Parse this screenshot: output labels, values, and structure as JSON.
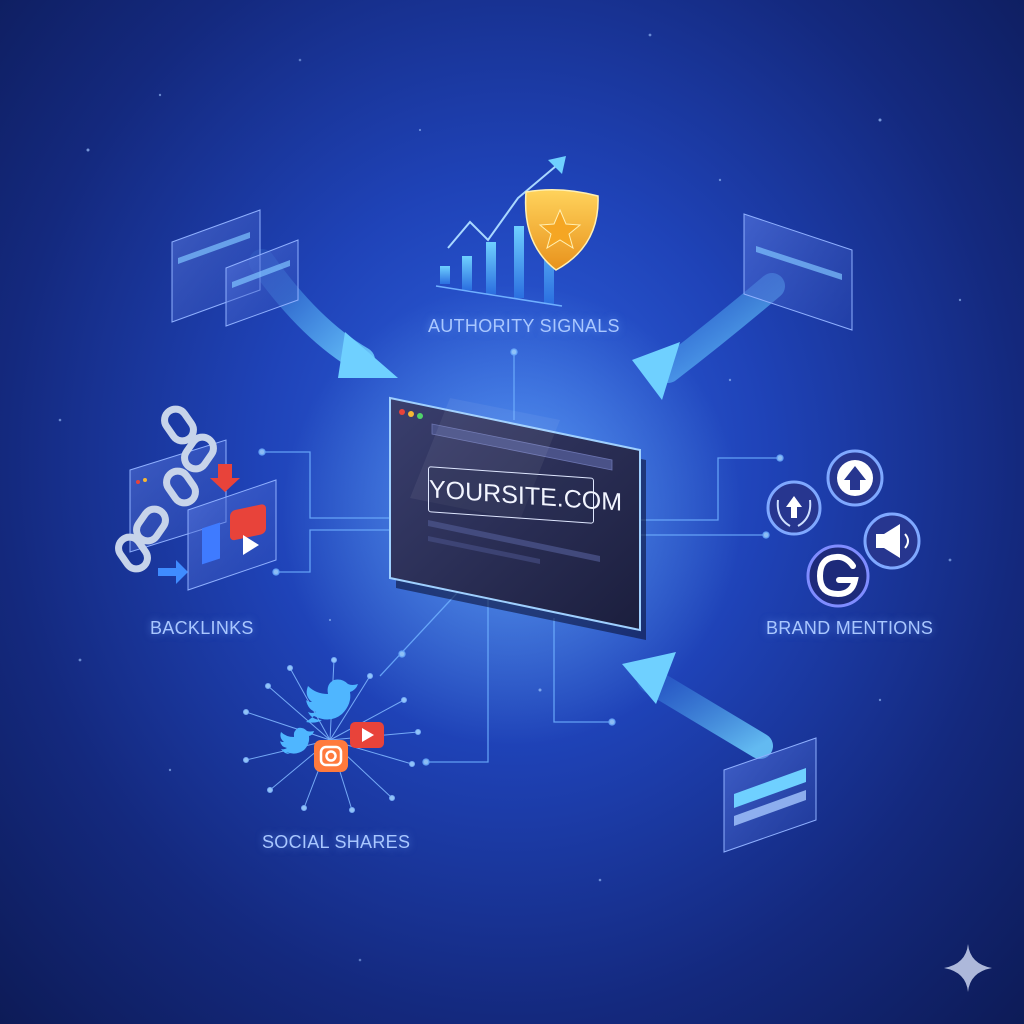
{
  "center": {
    "domain": "YOURSITE.COM"
  },
  "nodes": {
    "authority": "AUTHORITY SIGNALS",
    "backlinks": "BACKLINKS",
    "brand": "BRAND MENTIONS",
    "social": "SOCIAL SHARES"
  },
  "icons": {
    "authority": [
      "bar-chart-icon",
      "trend-arrow-icon",
      "shield-star-icon"
    ],
    "backlinks": [
      "chain-link-icon",
      "video-play-icon",
      "browser-window-icon"
    ],
    "brand": [
      "upvote-badge-icon",
      "laurel-badge-icon",
      "megaphone-icon",
      "g-logo-icon"
    ],
    "social": [
      "twitter-bird-icon",
      "youtube-icon",
      "instagram-icon"
    ],
    "corner": "sparkle-icon"
  },
  "colors": {
    "background": "#1f43b8",
    "accent": "#4fb6ff",
    "label": "#a9c7ff",
    "shield": "#f5b733",
    "youtube": "#e8433a",
    "instagram": "#ff7a3d"
  }
}
